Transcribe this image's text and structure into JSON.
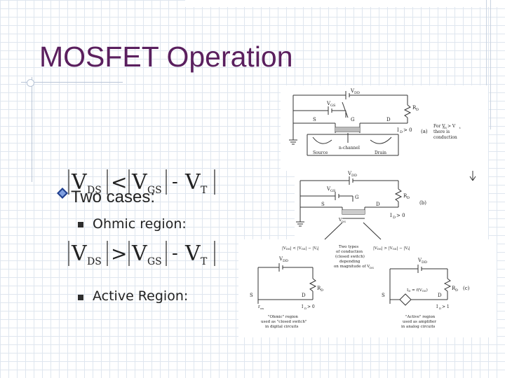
{
  "slide": {
    "title": "MOSFET Operation",
    "bullet": "Two cases:",
    "items": [
      {
        "label": "Ohmic region:"
      },
      {
        "label": "Active Region:"
      }
    ]
  },
  "equations": {
    "ohmic": {
      "lhs": "V",
      "lhs_sub": "DS",
      "op": "<",
      "rhs1": "V",
      "rhs1_sub": "GS",
      "minus": "-",
      "rhs2": "V",
      "rhs2_sub": "T"
    },
    "active": {
      "lhs": "V",
      "lhs_sub": "DS",
      "op": ">",
      "rhs1": "V",
      "rhs1_sub": "GS",
      "minus": "-",
      "rhs2": "V",
      "rhs2_sub": "T"
    }
  },
  "figure": {
    "vdd": "V",
    "vdd_sub": "DD",
    "vgs": "V",
    "vgs_sub": "GS",
    "rd": "R",
    "rd_sub": "D",
    "gate": "G",
    "source": "S",
    "drain": "D",
    "id_gt0": "I",
    "id_gt0_sub": "D",
    "id_gt0_rest": " > 0",
    "label_a": "(a)",
    "label_b": "(b)",
    "label_c": "(c)",
    "note_a": [
      "For V",
      "there is",
      "conduction"
    ],
    "note_a_sub": "GS",
    "note_a_cond": " > V",
    "note_a_cond_sub": "t",
    "nchannel": "n-channel",
    "source_word": "Source",
    "drain_word": "Drain",
    "vds": "V",
    "vds_sub": "DS",
    "left_cond": "|V",
    "left_cond_sub": "DS",
    "left_cond_mid": "| < |V",
    "left_cond_sub2": "GS",
    "left_cond_end": "| − |V",
    "left_cond_sub3": "t",
    "left_cond_close": "|",
    "right_cond": "|V",
    "right_cond_sub": "DS",
    "right_cond_mid": "| > |V",
    "right_cond_sub2": "GS",
    "right_cond_end": "| − |V",
    "right_cond_sub3": "t",
    "right_cond_close": "|",
    "center_text": [
      "Two types",
      "of conduction",
      "(closed switch)",
      "depending",
      "on magnitude of V"
    ],
    "center_text_sub": "DS",
    "ron": "r",
    "ron_sub": "on",
    "id_fvgs": "I",
    "id_fvgs_sub": "D",
    "id_fvgs_rest": " = f(V",
    "id_fvgs_sub2": "GS",
    "id_fvgs_close": ")",
    "id_gt1": "I",
    "id_gt1_sub": "D",
    "id_gt1_rest": " > 1",
    "caption_left": [
      "\"Ohmic\" region",
      "used as \"closed switch\"",
      "in digital circuits"
    ],
    "caption_right": [
      "\"Active\" region",
      "used as amplifier",
      "in analog circuits"
    ]
  },
  "colors": {
    "title": "#5a1f5e",
    "bullet_diamond": "#1f3f8f",
    "grid": "#dfe6ef"
  }
}
